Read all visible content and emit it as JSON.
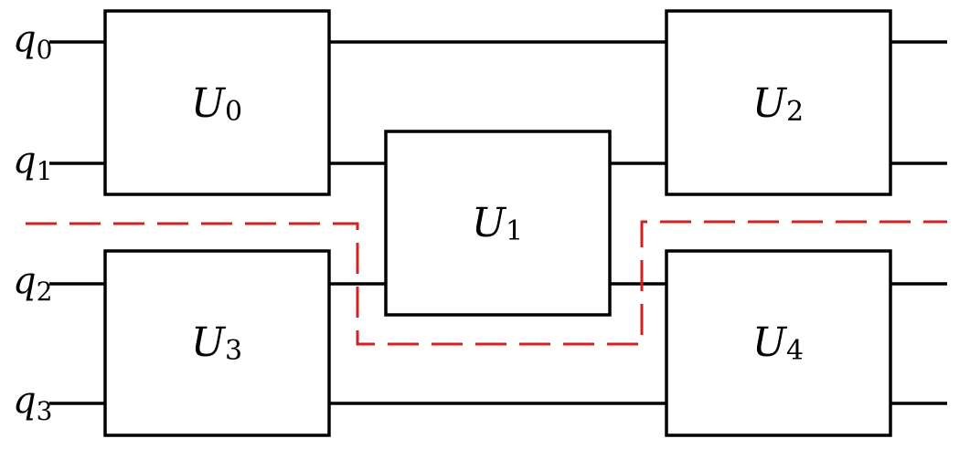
{
  "colors": {
    "cut_line": "#d42020",
    "ink": "#000000"
  },
  "qubits": [
    {
      "letter": "q",
      "sub": "0"
    },
    {
      "letter": "q",
      "sub": "1"
    },
    {
      "letter": "q",
      "sub": "2"
    },
    {
      "letter": "q",
      "sub": "3"
    }
  ],
  "gates": [
    {
      "letter": "U",
      "sub": "0",
      "qubits": [
        0,
        1
      ]
    },
    {
      "letter": "U",
      "sub": "1",
      "qubits": [
        1,
        2
      ]
    },
    {
      "letter": "U",
      "sub": "2",
      "qubits": [
        0,
        1
      ]
    },
    {
      "letter": "U",
      "sub": "3",
      "qubits": [
        2,
        3
      ]
    },
    {
      "letter": "U",
      "sub": "4",
      "qubits": [
        2,
        3
      ]
    }
  ]
}
